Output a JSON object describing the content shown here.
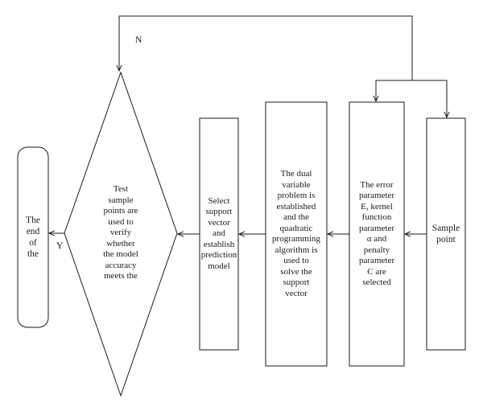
{
  "nodes": {
    "end": {
      "label": "The\nend\nof\nthe"
    },
    "test": {
      "label": "Test\nsample\npoints are\nused to\nverify\nwhether\nthe model\naccuracy\nmeets the"
    },
    "select": {
      "label": "Select\nsupport\nvector\nand\nestablish\nprediction\nmodel"
    },
    "dual": {
      "label": "The dual\nvariable\nproblem is\nestablished\nand the\nquadratic\nprogramming\nalgorithm is\nused to\nsolve the\nsupport\nvector"
    },
    "params": {
      "label": "The error\nparameter\nE, kernel\nfunction\nparameter\nα and\npenalty\nparameter\nC are\nselected"
    },
    "sample": {
      "label": "Sample\npoint"
    }
  },
  "edge_labels": {
    "no": "N",
    "yes": "Y"
  }
}
